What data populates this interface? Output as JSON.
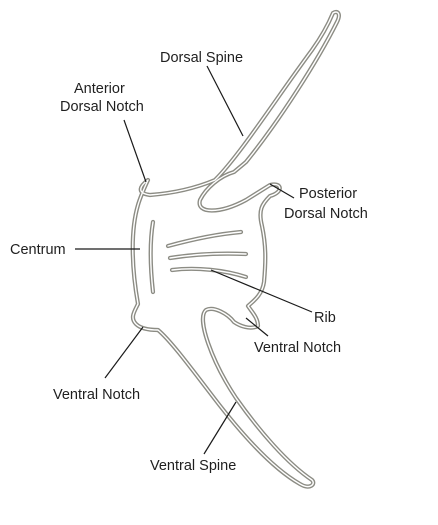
{
  "labels": {
    "dorsal_spine": "Dorsal Spine",
    "anterior_dorsal_notch_line1": "Anterior",
    "anterior_dorsal_notch_line2": "Dorsal Notch",
    "posterior_dorsal_notch_line1": "Posterior",
    "posterior_dorsal_notch_line2": "Dorsal Notch",
    "centrum": "Centrum",
    "rib": "Rib",
    "ventral_notch_right": "Ventral Notch",
    "ventral_notch_left": "Ventral Notch",
    "ventral_spine": "Ventral Spine"
  },
  "colors": {
    "outline": "#8c8c84",
    "text": "#1f1f1f",
    "background": "#ffffff"
  }
}
